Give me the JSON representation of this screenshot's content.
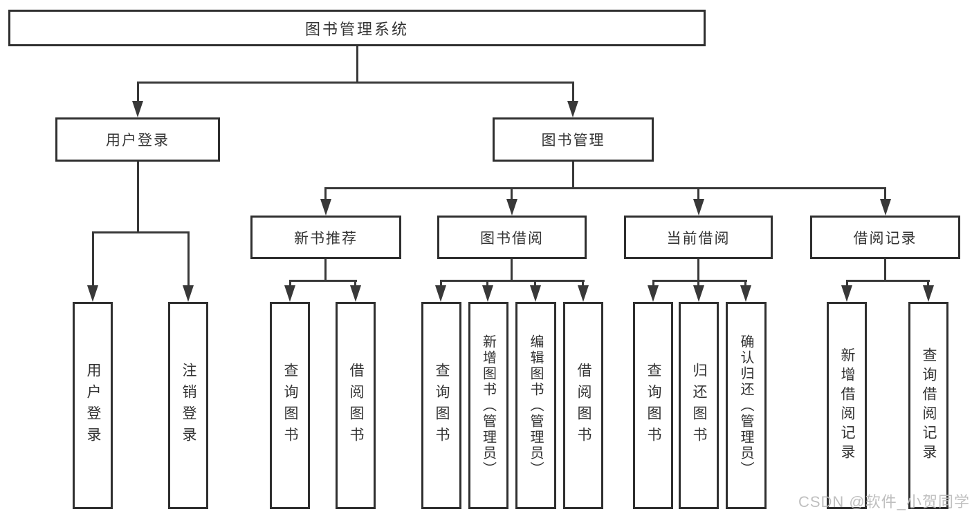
{
  "diagram": {
    "root": {
      "label": "图书管理系统"
    },
    "level2": [
      {
        "label": "用户登录",
        "children": [
          {
            "label": "用户登录"
          },
          {
            "label": "注销登录"
          }
        ]
      },
      {
        "label": "图书管理",
        "children": [
          {
            "label": "新书推荐",
            "children": [
              {
                "label": "查询图书"
              },
              {
                "label": "借阅图书"
              }
            ]
          },
          {
            "label": "图书借阅",
            "children": [
              {
                "label": "查询图书"
              },
              {
                "label": "新增图书（管理员）"
              },
              {
                "label": "编辑图书（管理员）"
              },
              {
                "label": "借阅图书"
              }
            ]
          },
          {
            "label": "当前借阅",
            "children": [
              {
                "label": "查询图书"
              },
              {
                "label": "归还图书"
              },
              {
                "label": "确认归还（管理员）"
              }
            ]
          },
          {
            "label": "借阅记录",
            "children": [
              {
                "label": "新增借阅记录"
              },
              {
                "label": "查询借阅记录"
              }
            ]
          }
        ]
      }
    ]
  },
  "watermark": {
    "text": "CSDN @软件_小贺同学"
  },
  "colors": {
    "line": "#383838",
    "border": "#2f2f2f",
    "text": "#333333",
    "box_bg": "#ffffff",
    "watermark": "#b9b9b9"
  }
}
